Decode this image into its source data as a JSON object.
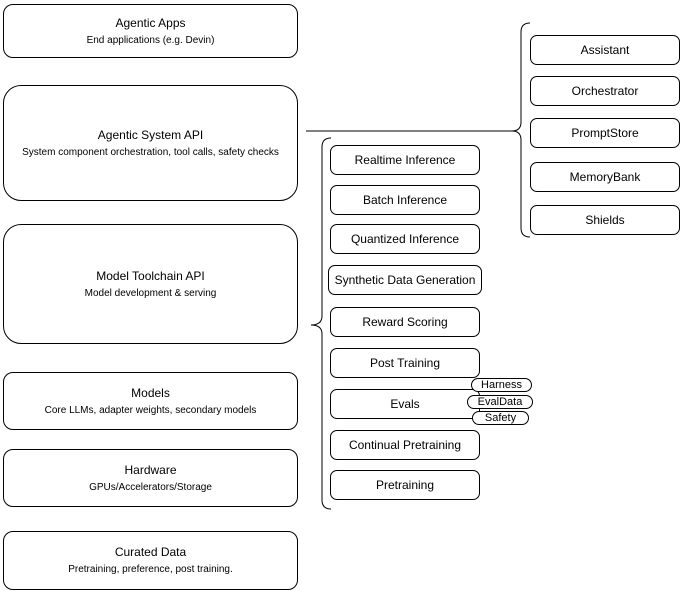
{
  "left_boxes": [
    {
      "title": "Agentic Apps",
      "subtitle": "End applications (e.g. Devin)"
    },
    {
      "title": "Agentic System API",
      "subtitle": "System component orchestration, tool calls, safety checks"
    },
    {
      "title": "Model Toolchain API",
      "subtitle": "Model development & serving"
    },
    {
      "title": "Models",
      "subtitle": "Core LLMs, adapter weights, secondary models"
    },
    {
      "title": "Hardware",
      "subtitle": "GPUs/Accelerators/Storage"
    },
    {
      "title": "Curated Data",
      "subtitle": "Pretraining, preference, post training."
    }
  ],
  "toolchain_items": [
    "Realtime Inference",
    "Batch Inference",
    "Quantized Inference",
    "Synthetic Data Generation",
    "Reward Scoring",
    "Post Training",
    "Evals",
    "Continual Pretraining",
    "Pretraining"
  ],
  "eval_badges": [
    "Harness",
    "EvalData",
    "Safety"
  ],
  "agentic_items": [
    "Assistant",
    "Orchestrator",
    "PromptStore",
    "MemoryBank",
    "Shields"
  ],
  "colors": {
    "stroke": "#000000",
    "fill": "#ffffff",
    "background": "#ffffff",
    "text": "#000000"
  }
}
